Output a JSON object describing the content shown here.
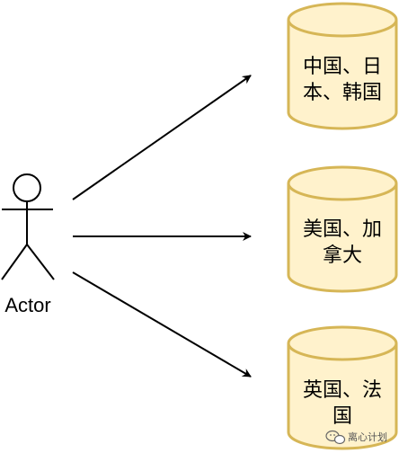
{
  "actor": {
    "label": "Actor"
  },
  "databases": [
    {
      "line1": "中国、日",
      "line2": "本、韩国"
    },
    {
      "line1": "美国、加",
      "line2": "拿大"
    },
    {
      "line1": "英国、法",
      "line2": "国"
    }
  ],
  "colors": {
    "cylinder_fill": "#fff2cc",
    "cylinder_stroke": "#d6b656",
    "line": "#000000"
  },
  "watermark": {
    "text": "离心计划",
    "icon": "wechat-bubble-icon"
  }
}
